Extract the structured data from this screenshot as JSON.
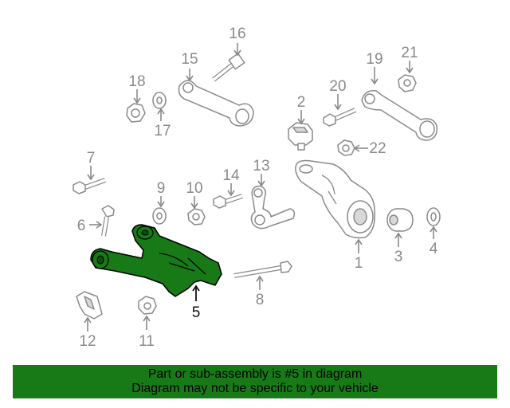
{
  "diagram": {
    "highlighted_part": "5",
    "highlight_color": "#177a17",
    "callouts": [
      "1",
      "2",
      "3",
      "4",
      "5",
      "6",
      "7",
      "8",
      "9",
      "10",
      "11",
      "12",
      "13",
      "14",
      "15",
      "16",
      "17",
      "18",
      "19",
      "20",
      "21",
      "22"
    ]
  },
  "banner": {
    "line1": "Part or sub-assembly is #5 in diagram",
    "line2": "Diagram may not be specific to your vehicle",
    "background": "#177a17"
  }
}
